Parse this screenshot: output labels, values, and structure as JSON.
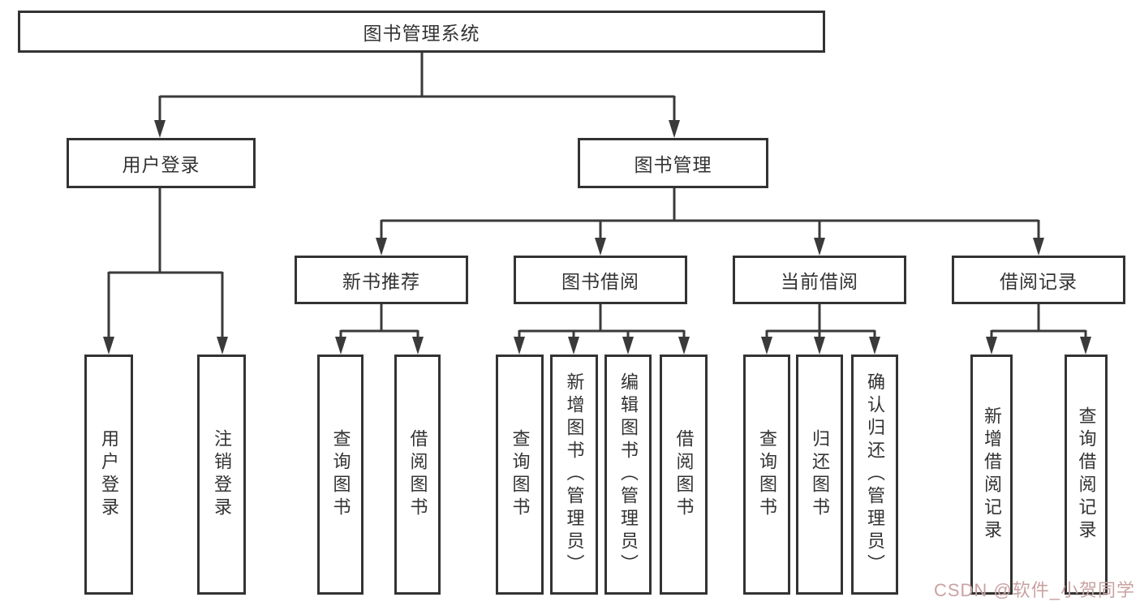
{
  "diagram": {
    "root": {
      "label": "图书管理系统"
    },
    "branches": {
      "user_login": {
        "label": "用户登录",
        "children": {
          "login": "用户登录",
          "logout": "注销登录"
        }
      },
      "book_mgmt": {
        "label": "图书管理"
      }
    },
    "modules": {
      "new_books": {
        "label": "新书推荐",
        "children": {
          "query": "查询图书",
          "borrow": "借阅图书"
        }
      },
      "borrowing": {
        "label": "图书借阅",
        "children": {
          "query": "查询图书",
          "add": "新增图书（管理员）",
          "edit": "编辑图书（管理员）",
          "borrow": "借阅图书"
        }
      },
      "current": {
        "label": "当前借阅",
        "children": {
          "query": "查询图书",
          "return": "归还图书",
          "confirm": "确认归还（管理员）"
        }
      },
      "records": {
        "label": "借阅记录",
        "children": {
          "add": "新增借阅记录",
          "query": "查询借阅记录"
        }
      }
    }
  },
  "watermark": "CSDN @软件_小贺同学",
  "colors": {
    "line": "#3a3a3a",
    "text": "#333333",
    "border": "#333333",
    "watermark": "#c9a2a2",
    "bg": "#ffffff"
  }
}
